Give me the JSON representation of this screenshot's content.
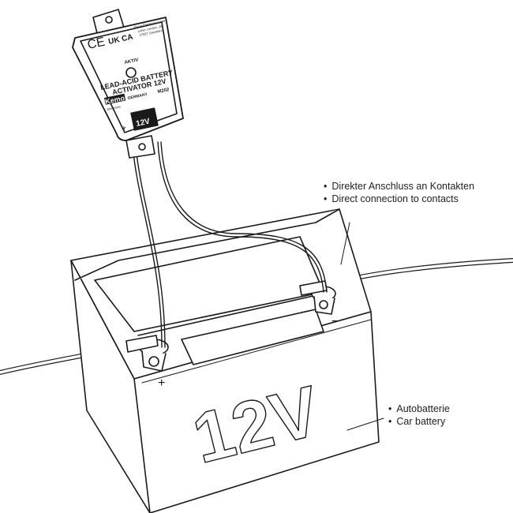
{
  "device": {
    "certifications": [
      "CE",
      "UK CA"
    ],
    "manufacturer_address": [
      "Kemo-Electronic GmbH",
      "Leher Landstr. 20",
      "27607 Geestland"
    ],
    "led_label": "AKTIV",
    "title_line1": "LEAD-ACID BATTERY",
    "title_line2": "ACTIVATOR 12V",
    "brand": "Kemo",
    "brand_sub": "Electronic",
    "country": "GERMANY",
    "model": "M202",
    "voltage_badge": "12V",
    "plus_symbol": "+",
    "minus_symbol": "−"
  },
  "battery": {
    "voltage_label": "12V",
    "plus_terminal": "+",
    "minus_terminal": "−"
  },
  "callouts": {
    "connection": [
      "Direkter Anschluss an Kontakten",
      "Direct connection to contacts"
    ],
    "battery": [
      "Autobatterie",
      "Car battery"
    ]
  }
}
